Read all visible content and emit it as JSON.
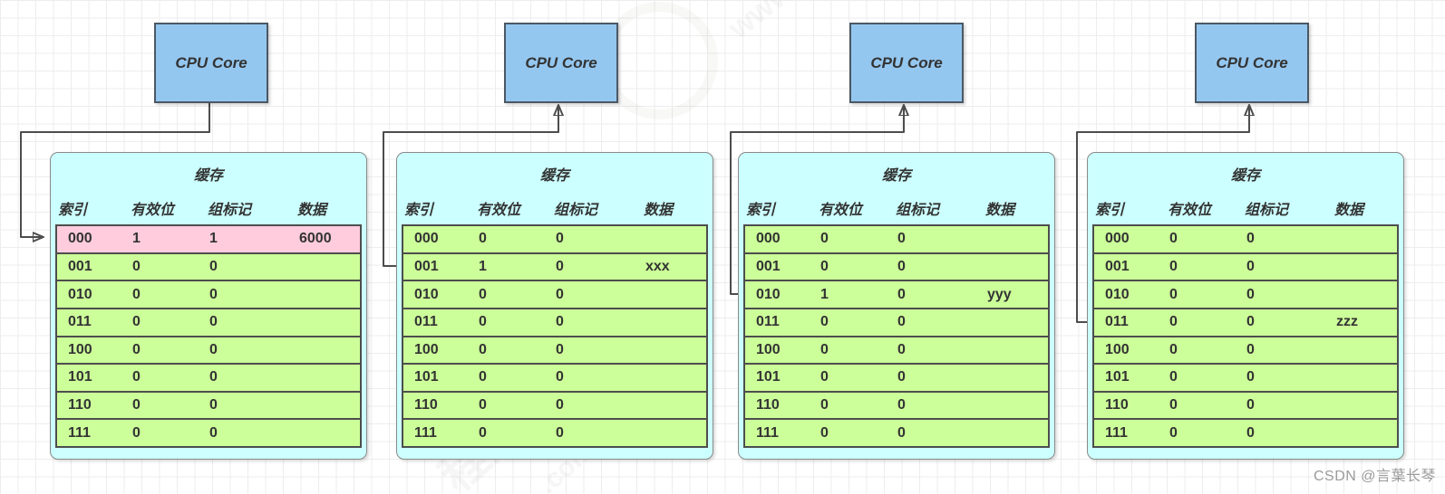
{
  "diagram": {
    "cpu_label": "CPU Core",
    "cache_title": "缓存",
    "columns": [
      "索引",
      "有效位",
      "组标记",
      "数据"
    ],
    "groups": [
      {
        "name": "core-1-cache",
        "rows": [
          {
            "index": "000",
            "valid": "1",
            "tag": "1",
            "data": "6000",
            "highlight": true
          },
          {
            "index": "001",
            "valid": "0",
            "tag": "0",
            "data": ""
          },
          {
            "index": "010",
            "valid": "0",
            "tag": "0",
            "data": ""
          },
          {
            "index": "011",
            "valid": "0",
            "tag": "0",
            "data": ""
          },
          {
            "index": "100",
            "valid": "0",
            "tag": "0",
            "data": ""
          },
          {
            "index": "101",
            "valid": "0",
            "tag": "0",
            "data": ""
          },
          {
            "index": "110",
            "valid": "0",
            "tag": "0",
            "data": ""
          },
          {
            "index": "111",
            "valid": "0",
            "tag": "0",
            "data": ""
          }
        ]
      },
      {
        "name": "core-2-cache",
        "rows": [
          {
            "index": "000",
            "valid": "0",
            "tag": "0",
            "data": ""
          },
          {
            "index": "001",
            "valid": "1",
            "tag": "0",
            "data": "xxx"
          },
          {
            "index": "010",
            "valid": "0",
            "tag": "0",
            "data": ""
          },
          {
            "index": "011",
            "valid": "0",
            "tag": "0",
            "data": ""
          },
          {
            "index": "100",
            "valid": "0",
            "tag": "0",
            "data": ""
          },
          {
            "index": "101",
            "valid": "0",
            "tag": "0",
            "data": ""
          },
          {
            "index": "110",
            "valid": "0",
            "tag": "0",
            "data": ""
          },
          {
            "index": "111",
            "valid": "0",
            "tag": "0",
            "data": ""
          }
        ]
      },
      {
        "name": "core-3-cache",
        "rows": [
          {
            "index": "000",
            "valid": "0",
            "tag": "0",
            "data": ""
          },
          {
            "index": "001",
            "valid": "0",
            "tag": "0",
            "data": ""
          },
          {
            "index": "010",
            "valid": "1",
            "tag": "0",
            "data": "yyy"
          },
          {
            "index": "011",
            "valid": "0",
            "tag": "0",
            "data": ""
          },
          {
            "index": "100",
            "valid": "0",
            "tag": "0",
            "data": ""
          },
          {
            "index": "101",
            "valid": "0",
            "tag": "0",
            "data": ""
          },
          {
            "index": "110",
            "valid": "0",
            "tag": "0",
            "data": ""
          },
          {
            "index": "111",
            "valid": "0",
            "tag": "0",
            "data": ""
          }
        ]
      },
      {
        "name": "core-4-cache",
        "rows": [
          {
            "index": "000",
            "valid": "0",
            "tag": "0",
            "data": ""
          },
          {
            "index": "001",
            "valid": "0",
            "tag": "0",
            "data": ""
          },
          {
            "index": "010",
            "valid": "0",
            "tag": "0",
            "data": ""
          },
          {
            "index": "011",
            "valid": "0",
            "tag": "0",
            "data": "zzz"
          },
          {
            "index": "100",
            "valid": "0",
            "tag": "0",
            "data": ""
          },
          {
            "index": "101",
            "valid": "0",
            "tag": "0",
            "data": ""
          },
          {
            "index": "110",
            "valid": "0",
            "tag": "0",
            "data": ""
          },
          {
            "index": "111",
            "valid": "0",
            "tag": "0",
            "data": ""
          }
        ]
      }
    ]
  },
  "colors": {
    "cache_bg": "#ccffff",
    "row_green": "#ccff99",
    "row_pink": "#ffccdd",
    "cpu_blue": "#94c7f0",
    "line": "#4d4d4d"
  },
  "watermark": {
    "credit": "CSDN @言葉长琴"
  }
}
